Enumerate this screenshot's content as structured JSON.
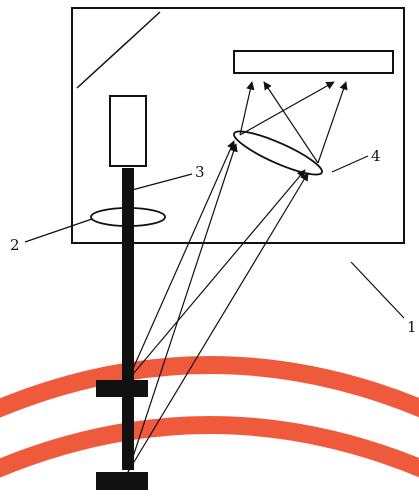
{
  "labels": {
    "l1": "1",
    "l2": "2",
    "l3": "3",
    "l4": "4"
  },
  "colors": {
    "ink": "#111111",
    "arc": "#f05a3c",
    "paper": "#ffffff"
  }
}
